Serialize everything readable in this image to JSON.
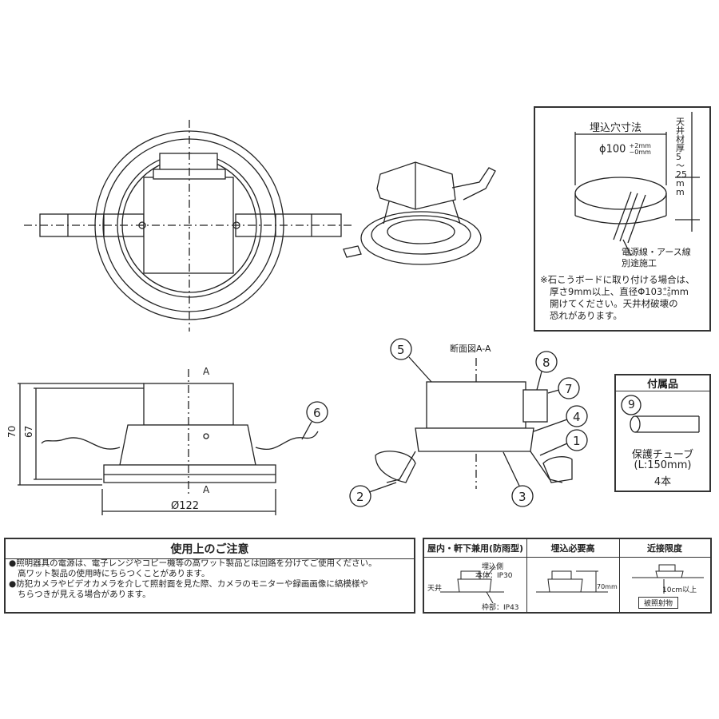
{
  "install_box": {
    "hole_title": "埋込穴寸法",
    "hole_dia": "ϕ100",
    "hole_tol_plus": "+2mm",
    "hole_tol_minus": "−0mm",
    "ceiling_thickness": "天井材厚5～25mm",
    "wire_note_1": "電源線・アース線",
    "wire_note_2": "別途施工",
    "gypsum_note": [
      "※石こうボードに取り付ける場合は、",
      "厚さ9mm以上、直径Φ103",
      "開けてください。天井材破壊の",
      "恐れがあります。"
    ],
    "gypsum_tol_plus": "+2",
    "gypsum_tol_minus": "−0",
    "gypsum_unit": "mm"
  },
  "side_view": {
    "section_mark": "A",
    "height_70": "70",
    "height_67": "67",
    "width": "Ø122",
    "callout_6": "6"
  },
  "section_view": {
    "title": "断面図A-A",
    "callouts": [
      "1",
      "2",
      "3",
      "4",
      "5",
      "7",
      "8"
    ]
  },
  "accessory": {
    "title": "付属品",
    "callout": "9",
    "name": "保護チューブ",
    "length": "(L:150mm)",
    "qty": "4本"
  },
  "caution": {
    "title": "使用上のご注意",
    "items": [
      "照明器具の電源は、電子レンジやコピー機等の高ワット製品とは回路を分けてご使用ください。",
      "高ワット製品の使用時にちらつくことがあります。",
      "防犯カメラやビデオカメラを介して照射面を見た際、カメラのモニターや録画画像に縞模様や",
      "ちらつきが見える場合があります。"
    ]
  },
  "spec": {
    "col1_title": "屋内・軒下兼用(防雨型)",
    "col2_title": "埋込必要高",
    "col3_title": "近接限度",
    "embed_side": "埋込側",
    "body_ip": "本体：IP30",
    "ceiling": "天井",
    "frame_ip": "枠部：IP43",
    "height": "70mm",
    "distance": "10cm以上",
    "target": "被照射物"
  }
}
